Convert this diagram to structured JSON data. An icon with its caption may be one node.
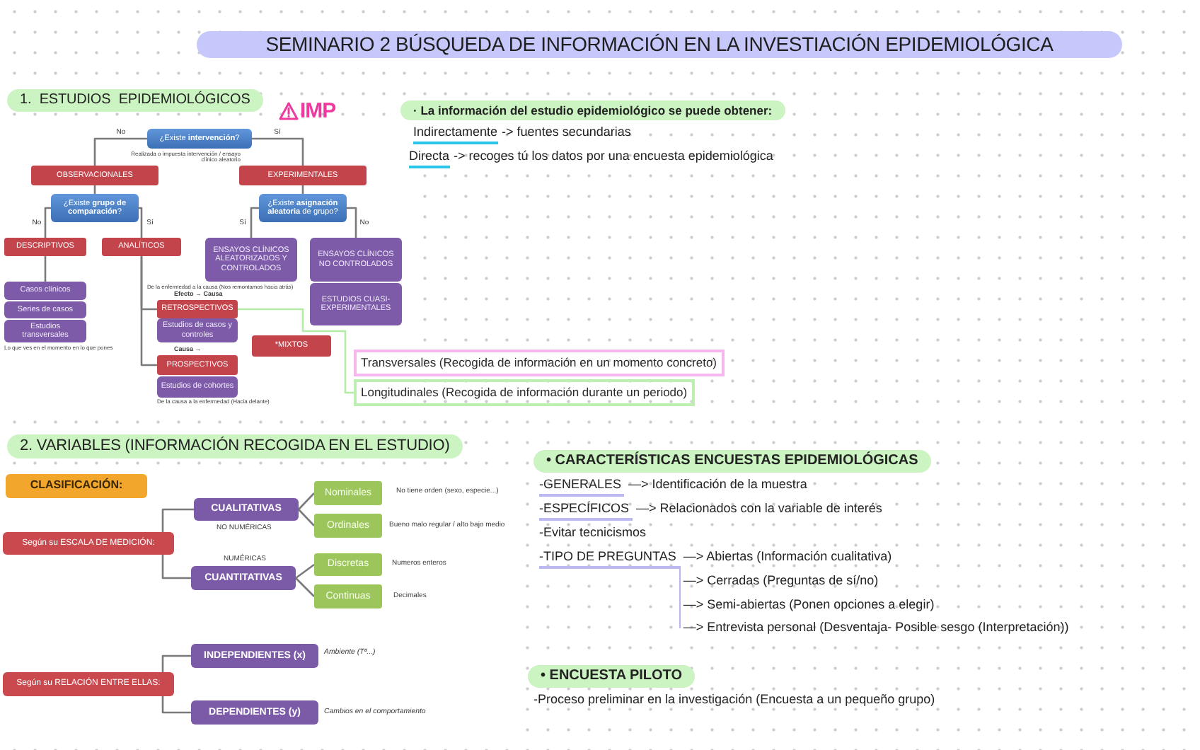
{
  "diagram": {
    "title": "SEMINARIO 2 BÚSQUEDA DE INFORMACIÓN EN LA INVESTIACIÓN EPIDEMIOLÓGICA",
    "nodes": [
      {
        "text": [
          "¿Existe **intervención**?"
        ],
        "beside": [
          "Realizada o impuesta intervención / ensayo clínico aleatorio"
        ]
      },
      {
        "text": [
          "OBSERVACIONALES"
        ]
      },
      {
        "text": [
          "EXPERIMENTALES"
        ]
      },
      {
        "text": [
          "¿Existe **grupo de comparación**?"
        ]
      },
      {
        "text": [
          "DESCRIPTIVOS"
        ]
      },
      {
        "text": [
          "ANALÍTICOS"
        ]
      },
      {
        "text": [
          "Casos clínicos"
        ]
      },
      {
        "text": [
          "Series de casos"
        ]
      },
      {
        "text": [
          "Estudios transversales"
        ],
        "beside": [
          "Lo que ves en el momento en lo que pones"
        ]
      },
      {
        "text": [
          "RETROSPECTIVOS"
        ],
        "beside": [
          "De la enfermedad a la causa (Nos remontamos hacia atrás)",
          "Efecto → Causa"
        ]
      },
      {
        "text": [
          "Estudios de casos y controles"
        ]
      },
      {
        "text": [
          "PROSPECTIVOS"
        ],
        "beside": [
          "Causa →"
        ]
      },
      {
        "text": [
          "Estudios de cohortes"
        ],
        "beside": [
          "De la causa a la enfermedad (Hacia delante)"
        ]
      },
      {
        "text": [
          "¿Existe **asignación aleatoria** de grupo?"
        ]
      },
      {
        "text": [
          "ENSAYOS CLÍNICOS ALEATORIZADOS Y CONTROLADOS"
        ]
      },
      {
        "text": [
          "ENSAYOS CLÍNICOS NO CONTROLADOS"
        ]
      },
      {
        "text": [
          "ESTUDIOS CUASI-EXPERIMENTALES"
        ]
      },
      {
        "text": [
          "*MIXTOS"
        ]
      },
      {
        "text": [
          "Transversales (Recogida de información en un momento concreto)"
        ]
      },
      {
        "text": [
          "Longitudinales (Recogida de información durante un periodo)"
        ]
      },
      {
        "text": [
          "CLASIFICACIÓN:"
        ]
      },
      {
        "text": [
          "Según su ESCALA DE MEDICIÓN:"
        ]
      },
      {
        "text": [
          "CUALITATIVAS"
        ],
        "beside": [
          "NO NUMÉRICAS"
        ]
      },
      {
        "text": [
          "CUANTITATIVAS"
        ],
        "beside": [
          "NUMÉRICAS"
        ]
      },
      {
        "text": [
          "Nominales"
        ],
        "beside": [
          "No tiene orden (sexo, especie...)"
        ]
      },
      {
        "text": [
          "Ordinales"
        ],
        "beside": [
          "Bueno malo regular / alto bajo medio"
        ]
      },
      {
        "text": [
          "Discretas"
        ],
        "beside": [
          "Numeros enteros"
        ]
      },
      {
        "text": [
          "Continuas"
        ],
        "beside": [
          "Decimales"
        ]
      },
      {
        "text": [
          "Según su RELACIÓN ENTRE ELLAS:"
        ]
      },
      {
        "text": [
          "INDEPENDIENTES (x)"
        ],
        "beside": [
          "Ambiente (Tª...)"
        ]
      },
      {
        "text": [
          "DEPENDIENTES (y)"
        ],
        "beside": [
          "Cambios en el comportamiento"
        ]
      }
    ],
    "edges": [
      {
        "from": 0,
        "to": 1,
        "arrow": "none",
        "label": "No"
      },
      {
        "from": 0,
        "to": 2,
        "arrow": "none",
        "label": "Sí"
      },
      {
        "from": 1,
        "to": 3,
        "arrow": "none"
      },
      {
        "from": 3,
        "to": 4,
        "arrow": "none",
        "label": "No"
      },
      {
        "from": 3,
        "to": 5,
        "arrow": "none",
        "label": "Sí"
      },
      {
        "from": 4,
        "to": 6,
        "arrow": "none"
      },
      {
        "from": 5,
        "to": 9,
        "arrow": "none"
      },
      {
        "from": 5,
        "to": 11,
        "arrow": "none"
      },
      {
        "from": 2,
        "to": 13,
        "arrow": "none"
      },
      {
        "from": 13,
        "to": 14,
        "arrow": "none",
        "label": "Sí"
      },
      {
        "from": 13,
        "to": 15,
        "arrow": "none",
        "label": "No"
      },
      {
        "from": 9,
        "to": 19,
        "arrow": "none",
        "color": "#b4eca6"
      },
      {
        "from": 21,
        "to": 22,
        "arrow": "none"
      },
      {
        "from": 21,
        "to": 23,
        "arrow": "none"
      },
      {
        "from": 22,
        "to": 24,
        "arrow": "none"
      },
      {
        "from": 22,
        "to": 25,
        "arrow": "none"
      },
      {
        "from": 23,
        "to": 26,
        "arrow": "none"
      },
      {
        "from": 23,
        "to": 27,
        "arrow": "none"
      },
      {
        "from": 28,
        "to": 29,
        "arrow": "none"
      },
      {
        "from": 28,
        "to": 30,
        "arrow": "none"
      }
    ],
    "labels": [
      "1. ESTUDIOS EPIDEMIOLÓGICOS",
      "IMP",
      "· La información del estudio epidemiológico se puede obtener:",
      "Indirectamente",
      "-> fuentes secundarias",
      "Directa",
      "-> recoges tú los datos por una encuesta epidemiológica",
      "2. VARIABLES (INFORMACIÓN RECOGIDA EN EL ESTUDIO)",
      "• CARACTERÍSTICAS ENCUESTAS EPIDEMIOLÓGICAS",
      "-GENERALES",
      "—> Identificación de la muestra",
      "-ESPECÍFICOS",
      "—> Relacionados con la variable de interés",
      "-Evitar tecnicismos",
      "-TIPO DE PREGUNTAS",
      "—> Abiertas (Información cualitativa)",
      "—> Cerradas (Preguntas de sí/no)",
      "—> Semi-abiertas (Ponen opciones a elegir)",
      "—> Entrevista personal (Desventaja- Posible sesgo (Interpretación))",
      "• ENCUESTA PILOTO",
      "-Proceso preliminar en la investigación (Encuesta a un pequeño grupo)"
    ]
  }
}
